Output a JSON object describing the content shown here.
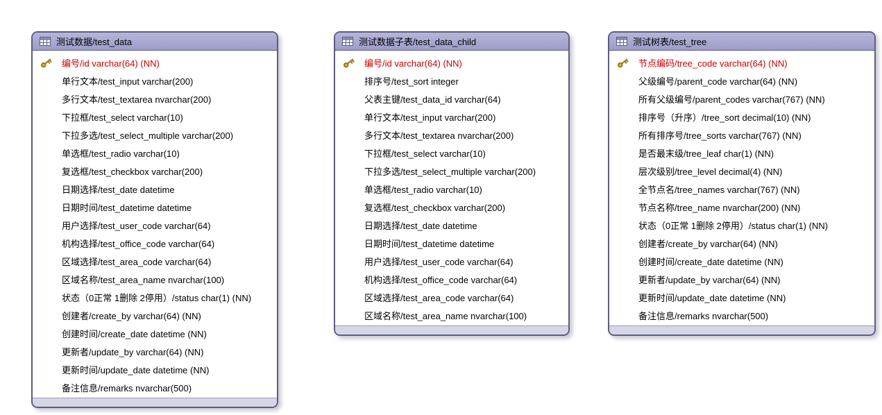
{
  "diagram": {
    "colors": {
      "header_bg_top": "#b6b6db",
      "header_bg_bottom": "#9c9cc9",
      "border": "#5c5c82",
      "footer_bg": "#d6d6e7",
      "body_bg": "#ffffff",
      "pk_text": "#cc0000",
      "field_text": "#000000",
      "key_gold": "#e3bc3f",
      "key_gold_stroke": "#a07f1e"
    },
    "icons": {
      "table_header": "table-grid-icon",
      "primary_key": "key-icon"
    },
    "tables": [
      {
        "title": "测试数据/test_data",
        "fields": [
          {
            "label": "编号/id varchar(64) (NN)",
            "pk": true
          },
          {
            "label": "单行文本/test_input varchar(200)",
            "pk": false
          },
          {
            "label": "多行文本/test_textarea nvarchar(200)",
            "pk": false
          },
          {
            "label": "下拉框/test_select varchar(10)",
            "pk": false
          },
          {
            "label": "下拉多选/test_select_multiple varchar(200)",
            "pk": false
          },
          {
            "label": "单选框/test_radio varchar(10)",
            "pk": false
          },
          {
            "label": "复选框/test_checkbox varchar(200)",
            "pk": false
          },
          {
            "label": "日期选择/test_date datetime",
            "pk": false
          },
          {
            "label": "日期时间/test_datetime datetime",
            "pk": false
          },
          {
            "label": "用户选择/test_user_code varchar(64)",
            "pk": false
          },
          {
            "label": "机构选择/test_office_code varchar(64)",
            "pk": false
          },
          {
            "label": "区域选择/test_area_code varchar(64)",
            "pk": false
          },
          {
            "label": "区域名称/test_area_name nvarchar(100)",
            "pk": false
          },
          {
            "label": "状态（0正常 1删除 2停用）/status char(1) (NN)",
            "pk": false
          },
          {
            "label": "创建者/create_by varchar(64) (NN)",
            "pk": false
          },
          {
            "label": "创建时间/create_date datetime (NN)",
            "pk": false
          },
          {
            "label": "更新者/update_by varchar(64) (NN)",
            "pk": false
          },
          {
            "label": "更新时间/update_date datetime (NN)",
            "pk": false
          },
          {
            "label": "备注信息/remarks nvarchar(500)",
            "pk": false
          }
        ]
      },
      {
        "title": "测试数据子表/test_data_child",
        "fields": [
          {
            "label": "编号/id varchar(64) (NN)",
            "pk": true
          },
          {
            "label": "排序号/test_sort integer",
            "pk": false
          },
          {
            "label": "父表主键/test_data_id varchar(64)",
            "pk": false
          },
          {
            "label": "单行文本/test_input varchar(200)",
            "pk": false
          },
          {
            "label": "多行文本/test_textarea nvarchar(200)",
            "pk": false
          },
          {
            "label": "下拉框/test_select varchar(10)",
            "pk": false
          },
          {
            "label": "下拉多选/test_select_multiple varchar(200)",
            "pk": false
          },
          {
            "label": "单选框/test_radio varchar(10)",
            "pk": false
          },
          {
            "label": "复选框/test_checkbox varchar(200)",
            "pk": false
          },
          {
            "label": "日期选择/test_date datetime",
            "pk": false
          },
          {
            "label": "日期时间/test_datetime datetime",
            "pk": false
          },
          {
            "label": "用户选择/test_user_code varchar(64)",
            "pk": false
          },
          {
            "label": "机构选择/test_office_code varchar(64)",
            "pk": false
          },
          {
            "label": "区域选择/test_area_code varchar(64)",
            "pk": false
          },
          {
            "label": "区域名称/test_area_name nvarchar(100)",
            "pk": false
          }
        ]
      },
      {
        "title": "测试树表/test_tree",
        "fields": [
          {
            "label": "节点编码/tree_code varchar(64) (NN)",
            "pk": true
          },
          {
            "label": "父级编号/parent_code varchar(64) (NN)",
            "pk": false
          },
          {
            "label": "所有父级编号/parent_codes varchar(767) (NN)",
            "pk": false
          },
          {
            "label": "排序号（升序）/tree_sort decimal(10) (NN)",
            "pk": false
          },
          {
            "label": "所有排序号/tree_sorts varchar(767) (NN)",
            "pk": false
          },
          {
            "label": "是否最末级/tree_leaf char(1) (NN)",
            "pk": false
          },
          {
            "label": "层次级别/tree_level decimal(4) (NN)",
            "pk": false
          },
          {
            "label": "全节点名/tree_names varchar(767) (NN)",
            "pk": false
          },
          {
            "label": "节点名称/tree_name nvarchar(200) (NN)",
            "pk": false
          },
          {
            "label": "状态（0正常 1删除 2停用）/status char(1) (NN)",
            "pk": false
          },
          {
            "label": "创建者/create_by varchar(64) (NN)",
            "pk": false
          },
          {
            "label": "创建时间/create_date datetime (NN)",
            "pk": false
          },
          {
            "label": "更新者/update_by varchar(64) (NN)",
            "pk": false
          },
          {
            "label": "更新时间/update_date datetime (NN)",
            "pk": false
          },
          {
            "label": "备注信息/remarks nvarchar(500)",
            "pk": false
          }
        ]
      }
    ]
  }
}
